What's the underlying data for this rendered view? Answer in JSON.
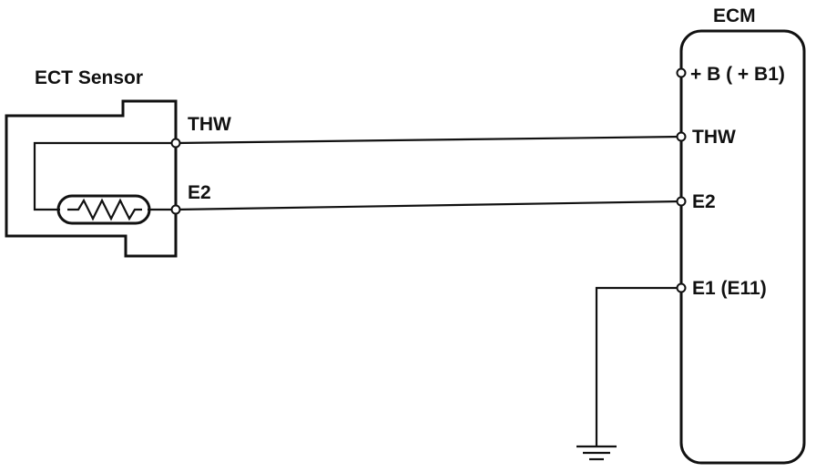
{
  "sensor": {
    "title": "ECT Sensor",
    "terminals": {
      "thw": "THW",
      "e2": "E2"
    }
  },
  "ecm": {
    "title": "ECM",
    "terminals": {
      "plus_b": "+ B  ( + B1)",
      "thw": "THW",
      "e2": "E2",
      "e1": "E1  (E11)"
    }
  }
}
